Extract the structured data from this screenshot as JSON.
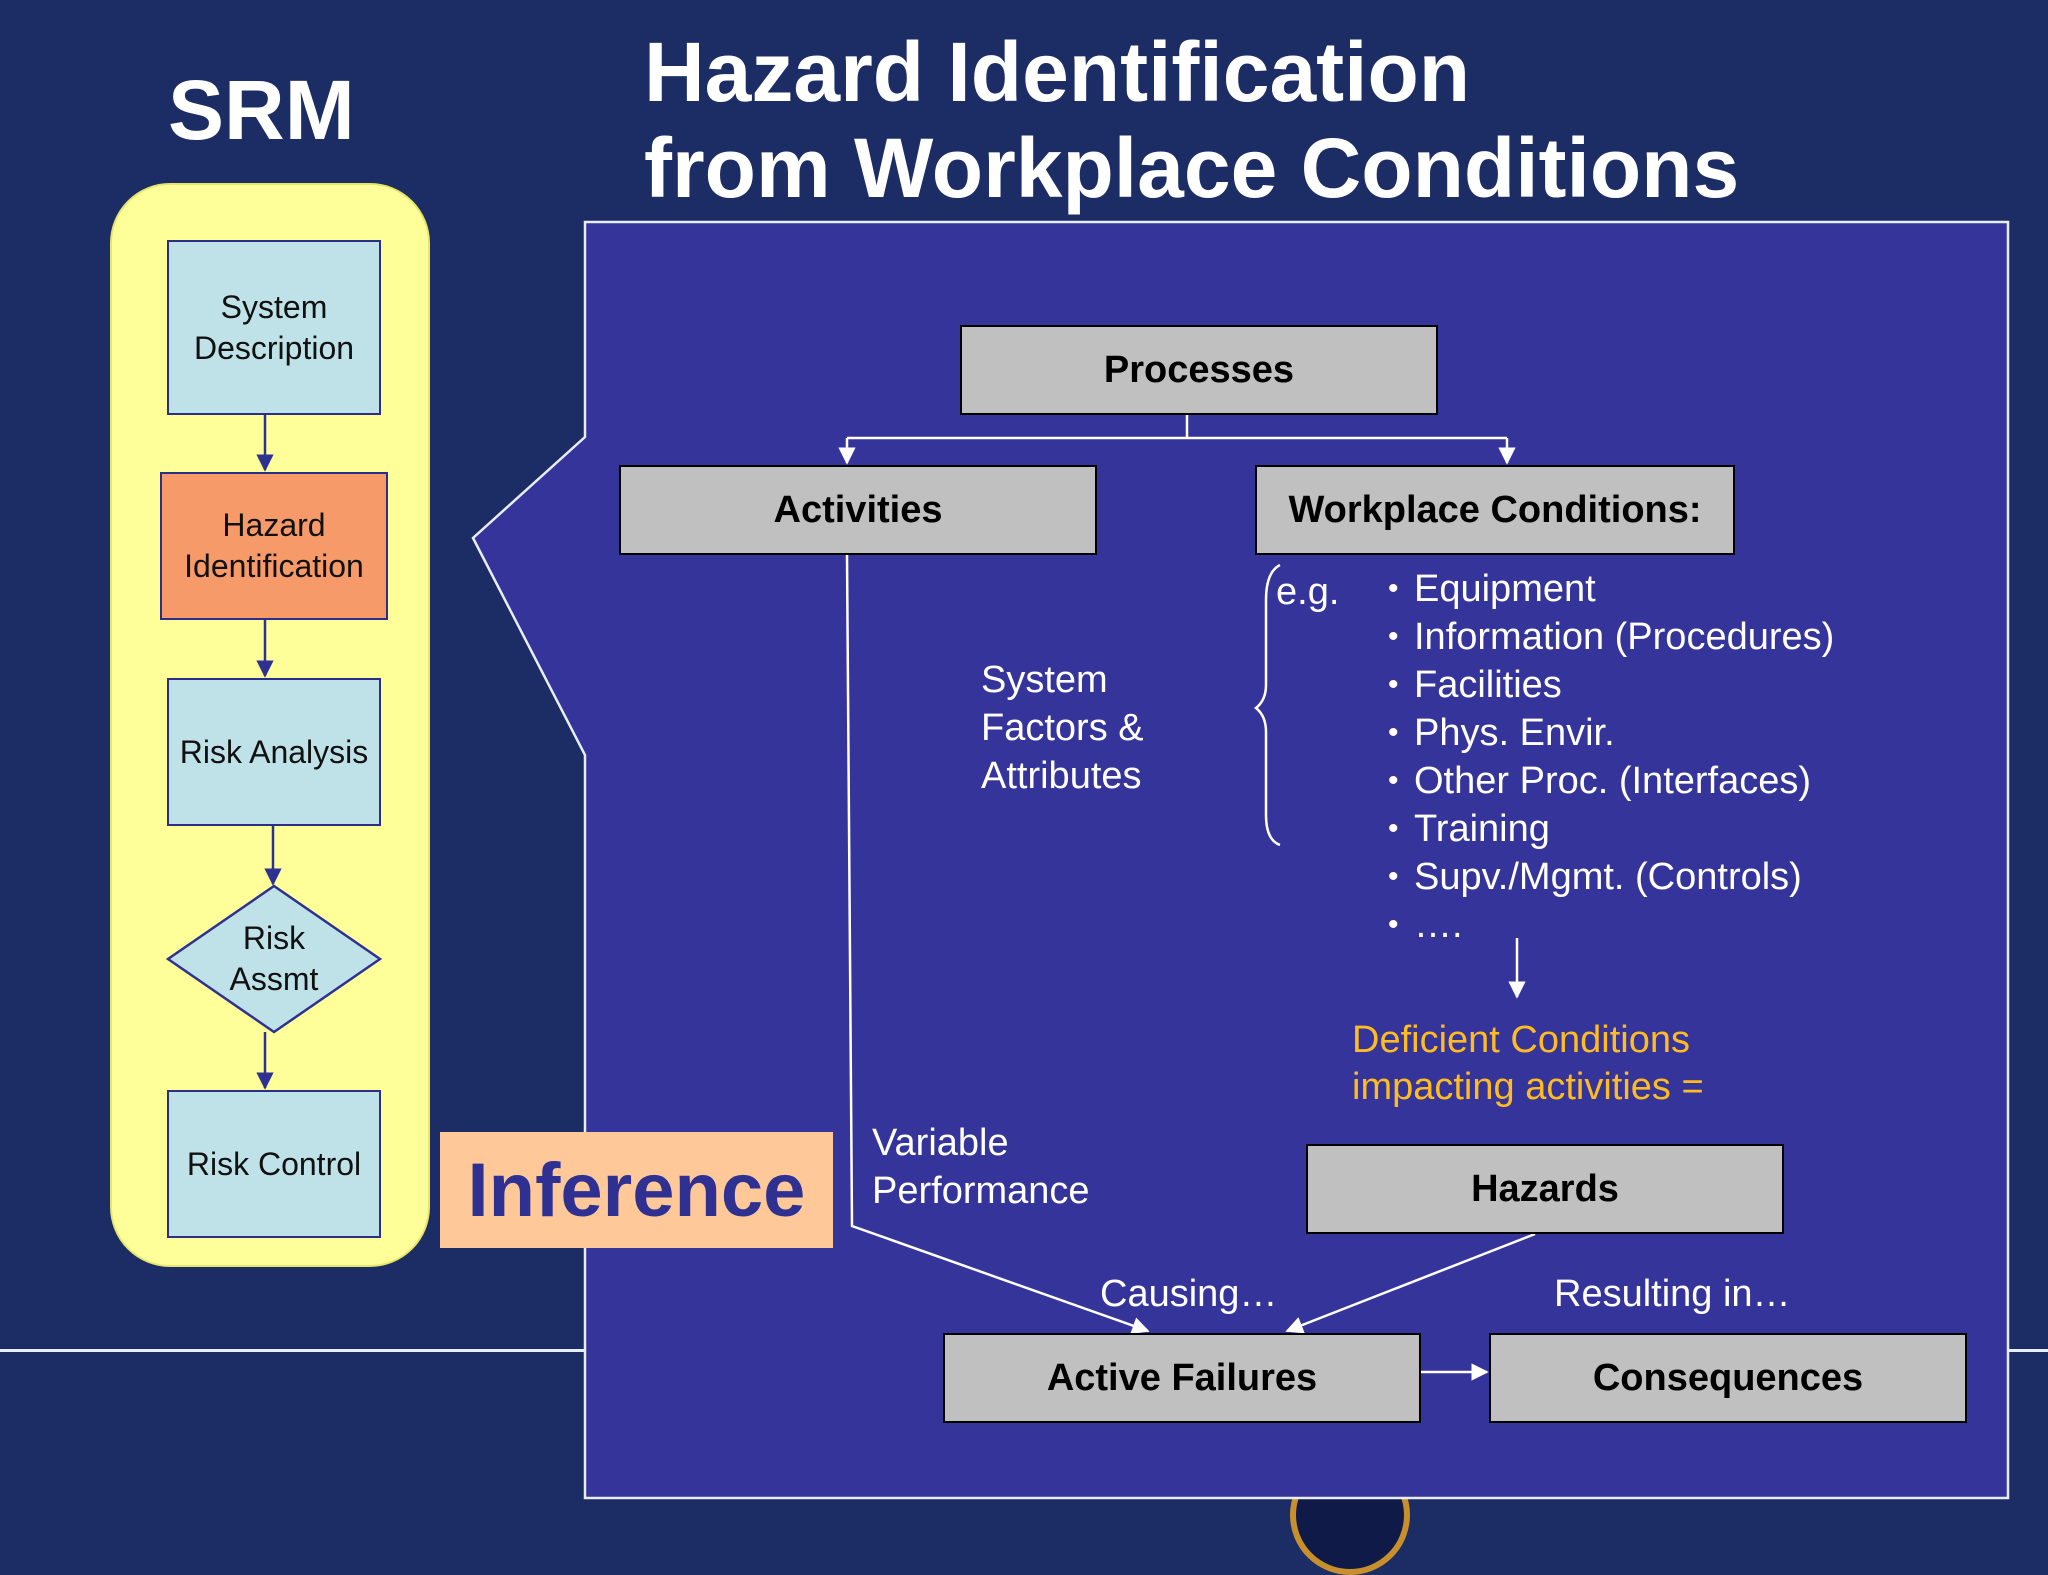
{
  "srm": {
    "title": "SRM",
    "steps": {
      "system_description": "System Description",
      "hazard_identification": "Hazard Identification",
      "risk_analysis": "Risk Analysis",
      "risk_assessment": "Risk Assmt",
      "risk_control": "Risk Control"
    }
  },
  "header": {
    "title_line1": "Hazard Identification",
    "title_line2": "from Workplace Conditions"
  },
  "inference": {
    "label": "Inference"
  },
  "diagram": {
    "processes": "Processes",
    "activities": "Activities",
    "workplace_conditions": "Workplace Conditions:",
    "eg": "e.g.",
    "workplace_items": [
      "Equipment",
      "Information (Procedures)",
      "Facilities",
      "Phys. Envir.",
      "Other Proc. (Interfaces)",
      "Training",
      "Supv./Mgmt. (Controls)",
      "…."
    ],
    "system_factors": [
      "System",
      "Factors &",
      "Attributes"
    ],
    "deficient_conditions": [
      "Deficient Conditions",
      "impacting activities ="
    ],
    "variable_performance": [
      "Variable",
      "Performance"
    ],
    "hazards": "Hazards",
    "causing": "Causing…",
    "resulting_in": "Resulting in…",
    "active_failures": "Active Failures",
    "consequences": "Consequences"
  },
  "colors": {
    "background": "#1c2c64",
    "panel": "#35349a",
    "srm_panel": "#ffff99",
    "hazard_highlight": "#f79a6a",
    "inference_box": "#ffc899",
    "deficient_text": "#ffbb22"
  }
}
